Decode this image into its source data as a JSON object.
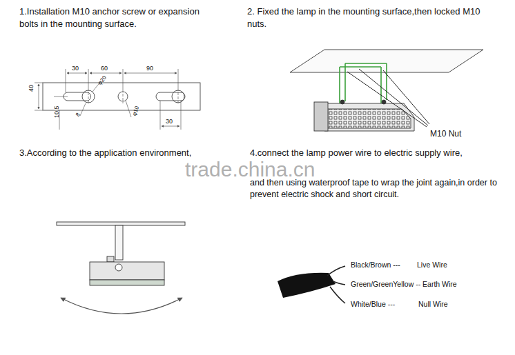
{
  "diagram": {
    "labels": [
      "1.Installation M10 anchor screw or expansion bolts in the mounting surface.",
      "2. Fixed the lamp in the mounting surface,then locked M10 nuts.",
      "3.According to the application environment,",
      "4.connect the lamp power wire to electric supply wire,",
      "and then using waterproof tape to wrap the joint again,in order to prevent electric shock and short circuit.",
      "30",
      "60",
      "90",
      "40",
      "10.5",
      "30",
      "φ20",
      "8",
      "φ10",
      "M10 Nut",
      "trade.china.cn",
      "Black/Brown ---",
      "Live Wire",
      "Green/GreenYellow -- Earth Wire",
      "White/Blue ---",
      "Null Wire"
    ]
  }
}
